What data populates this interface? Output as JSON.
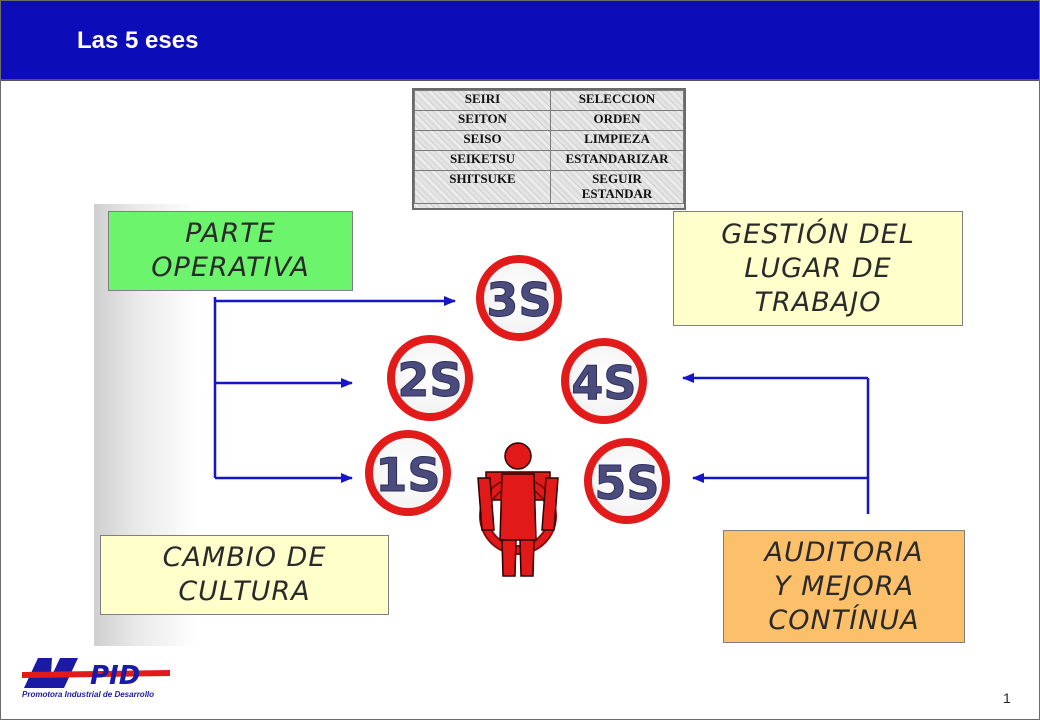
{
  "slide": {
    "title": "Las 5 eses",
    "page_number": "1"
  },
  "table": {
    "rows": [
      [
        "SEIRI",
        "SELECCION"
      ],
      [
        "SEITON",
        "ORDEN"
      ],
      [
        "SEISO",
        "LIMPIEZA"
      ],
      [
        "SEIKETSU",
        "ESTANDARIZAR"
      ],
      [
        "SHITSUKE",
        "SEGUIR\nESTANDAR"
      ]
    ]
  },
  "boxes": {
    "parte_operativa": [
      "PARTE",
      "OPERATIVA"
    ],
    "gestion": [
      "GESTIÓN DEL",
      "LUGAR DE",
      "TRABAJO"
    ],
    "cambio": [
      "CAMBIO DE",
      "CULTURA"
    ],
    "auditoria": [
      "AUDITORIA",
      "Y MEJORA",
      "CONTÍNUA"
    ]
  },
  "circles": {
    "s3": "3S",
    "s2": "2S",
    "s4": "4S",
    "s1": "1S",
    "s5": "5S"
  },
  "logo": {
    "mark": "PID",
    "subtitle": "Promotora Industrial de Desarrollo"
  },
  "colors": {
    "header": "#0c0cb8",
    "arrow": "#1616c8",
    "circle_ring": "#e21a1a",
    "circle_text": "#4b4b7e",
    "figure": "#e11919"
  }
}
